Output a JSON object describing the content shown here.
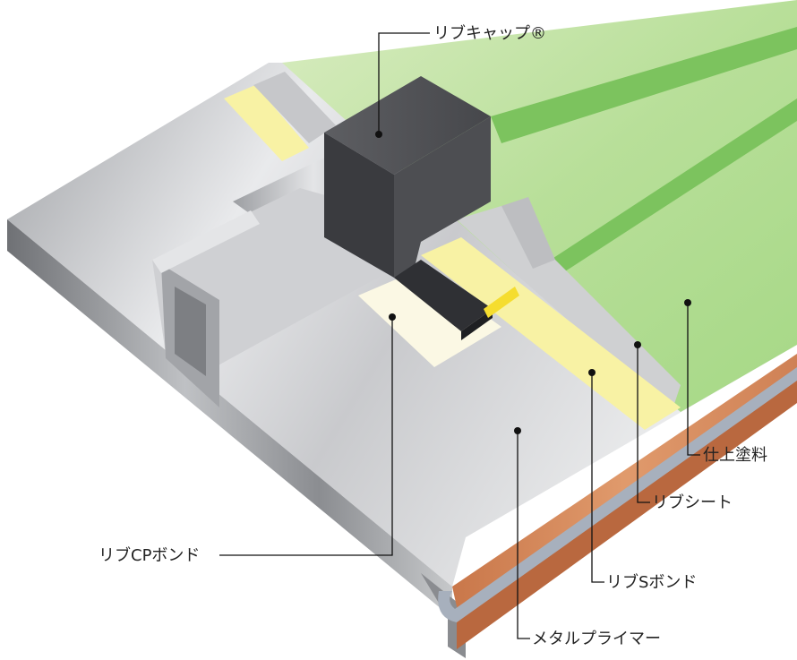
{
  "labels": {
    "rib_cap": "リブキャップ®",
    "finish_coat": "仕上塗料",
    "rib_sheet": "リブシート",
    "rib_s_bond": "リブSボンド",
    "rib_cp_bond": "リブCPボンド",
    "metal_primer": "メタルプライマー"
  },
  "colors": {
    "green_light": "#c9e4a8",
    "green_mid": "#a9d98a",
    "green_stripe": "#7cc35e",
    "yellow": "#f8f2a4",
    "gray_sheet": "#cfd0d2",
    "cap_dark": "#4a4b4f",
    "cap_darker": "#2f3034",
    "metal": "#b9bbbe",
    "wood": "#d98c5f",
    "leader": "#111111"
  }
}
